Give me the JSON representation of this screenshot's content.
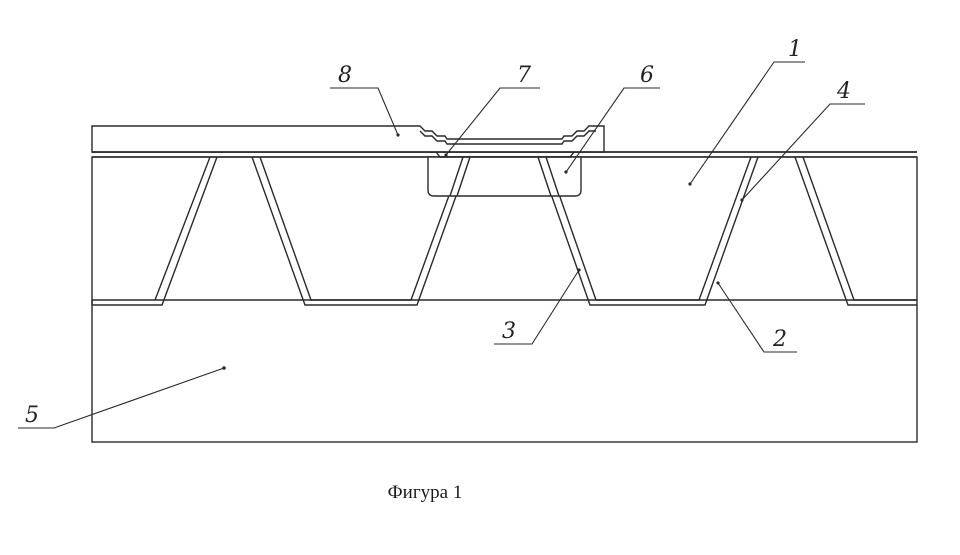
{
  "figure": {
    "caption": "Фигура 1",
    "labels": {
      "l1": "1",
      "l2": "2",
      "l3": "3",
      "l4": "4",
      "l5": "5",
      "l6": "6",
      "l7": "7",
      "l8": "8"
    },
    "colors": {
      "line": "#2a2a2a",
      "background": "#ffffff"
    }
  }
}
